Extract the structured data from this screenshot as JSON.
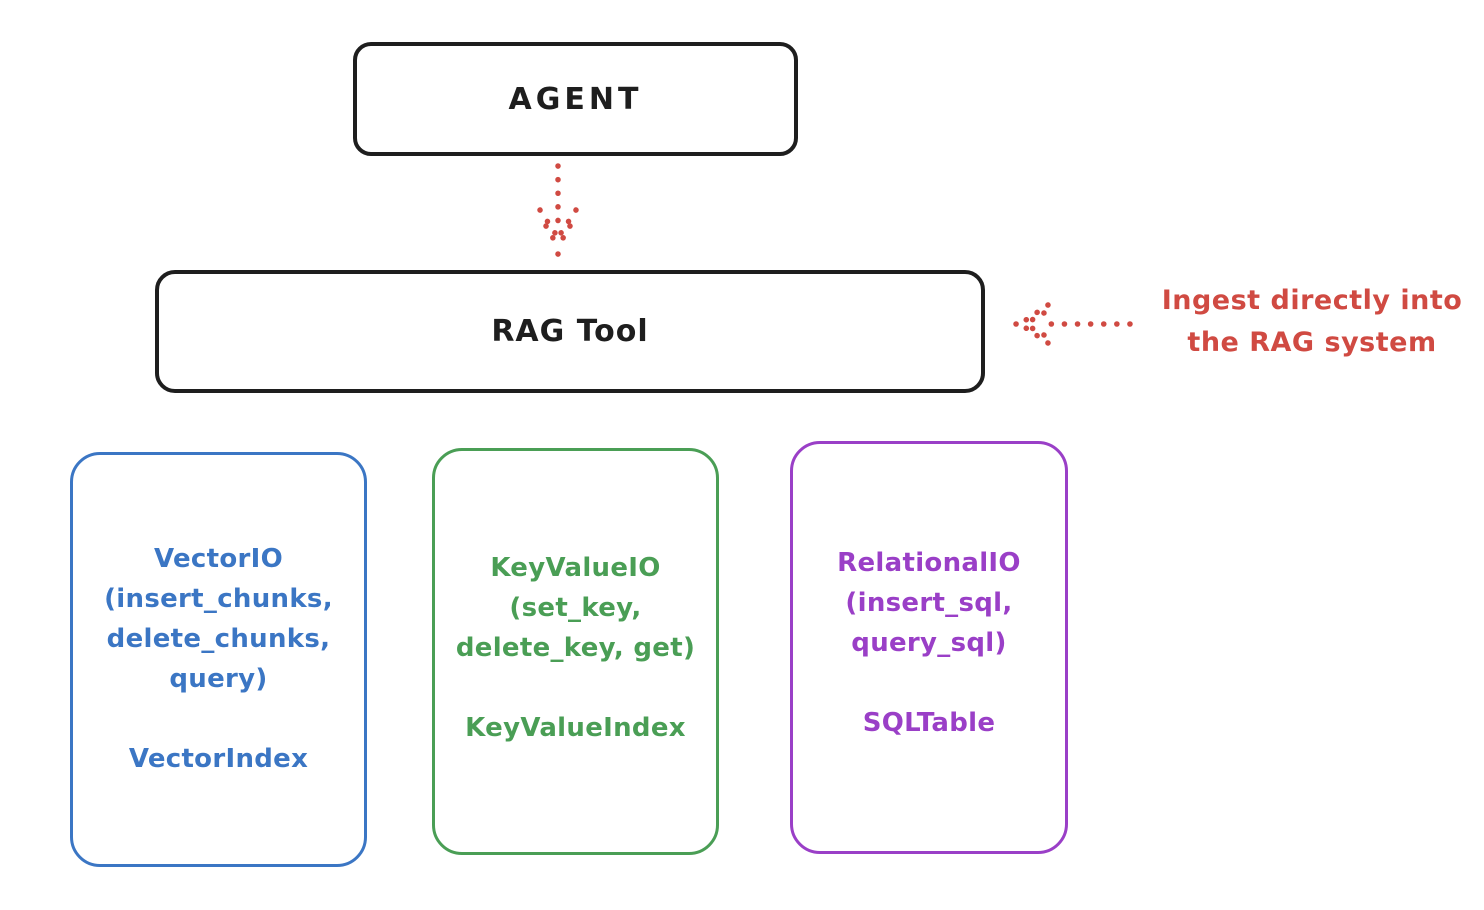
{
  "nodes": {
    "agent": {
      "label": "AGENT"
    },
    "rag_tool": {
      "label": "RAG Tool"
    }
  },
  "annotation": {
    "line1": "Ingest directly into",
    "line2": "the RAG system"
  },
  "io_boxes": [
    {
      "name": "vector-io",
      "color": "#3b76c4",
      "lines": [
        "VectorIO",
        "(insert_chunks,",
        "delete_chunks,",
        "query)"
      ],
      "index_label": "VectorIndex"
    },
    {
      "name": "keyvalue-io",
      "color": "#4a9e55",
      "lines": [
        "KeyValueIO",
        "(set_key,",
        "delete_key, get)"
      ],
      "index_label": "KeyValueIndex"
    },
    {
      "name": "relational-io",
      "color": "#9a3fc7",
      "lines": [
        "RelationalIO",
        "(insert_sql,",
        "query_sql)"
      ],
      "index_label": "SQLTable"
    }
  ],
  "colors": {
    "ink": "#1e1e1e",
    "red": "#d04a42"
  }
}
